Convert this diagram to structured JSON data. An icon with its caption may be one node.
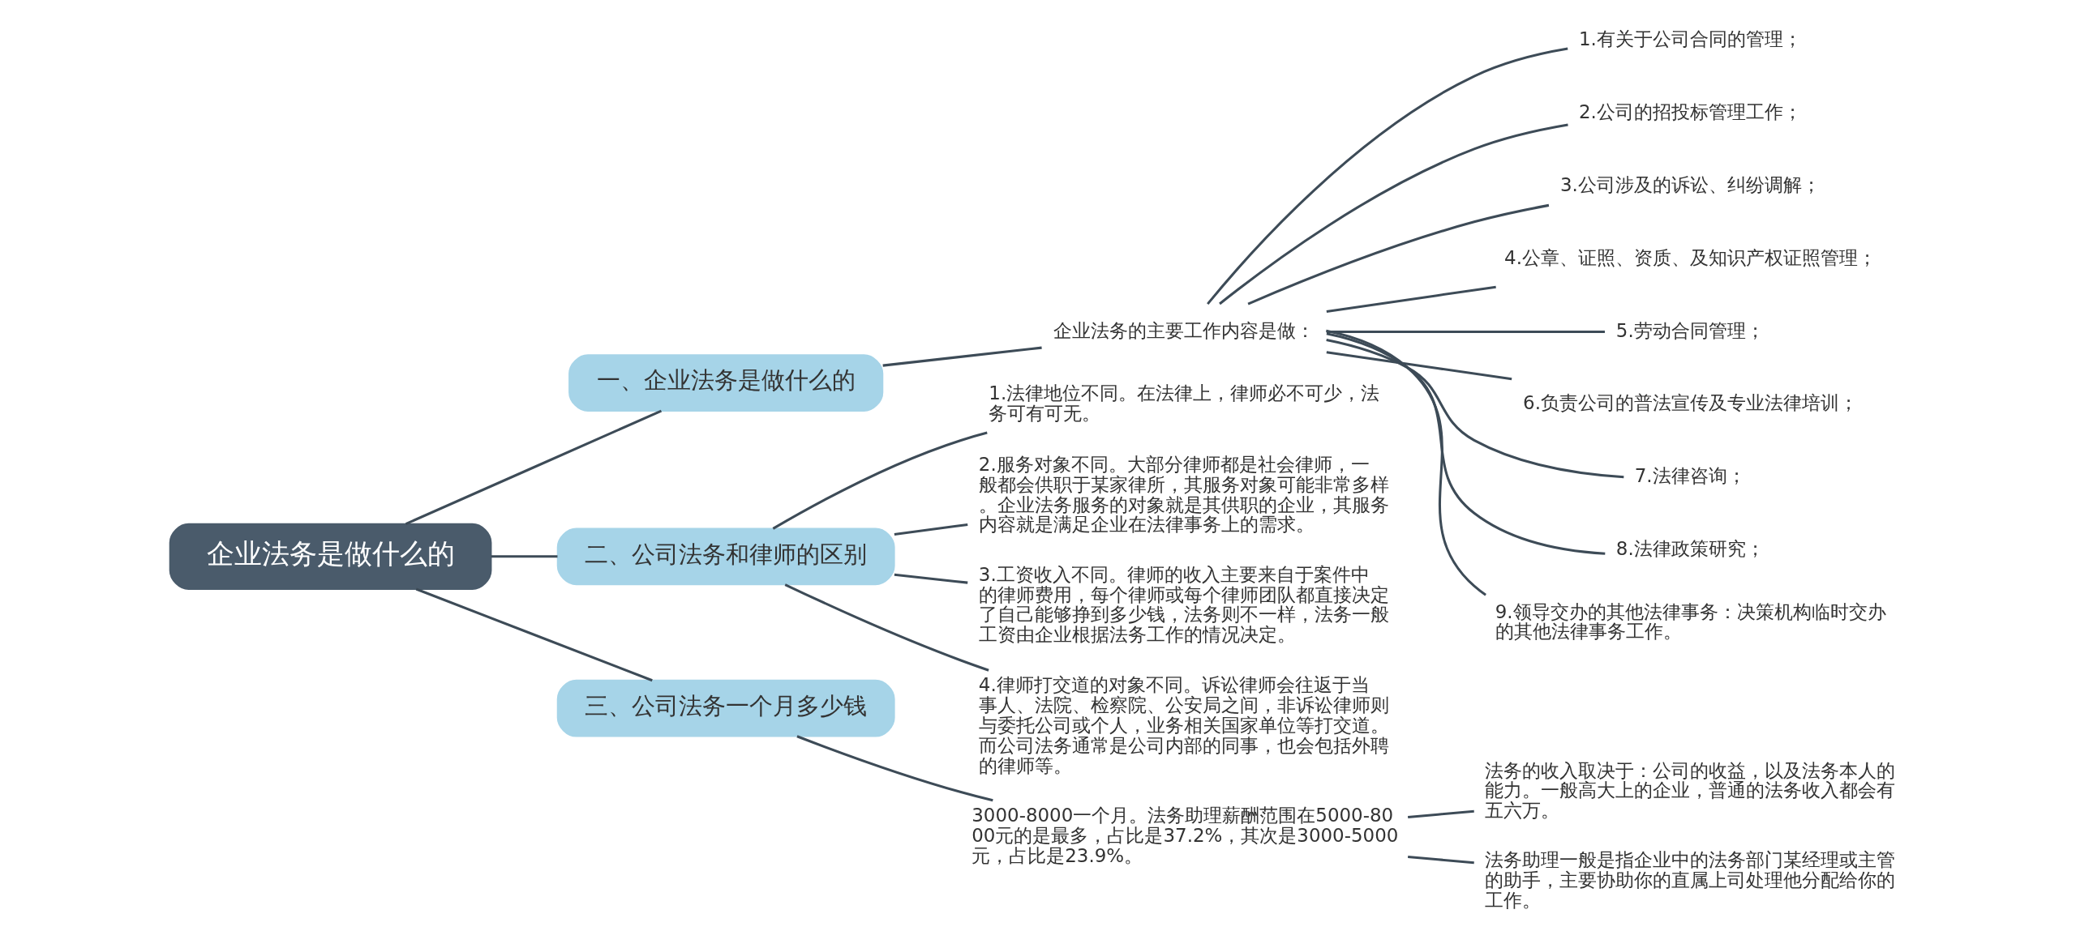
{
  "diagram": {
    "nodes": [
      {
        "text": [
          "企业法务是做什么的"
        ]
      },
      {
        "text": [
          "一、企业法务是做什么的"
        ]
      },
      {
        "text": [
          "企业法务的主要工作内容是做："
        ]
      },
      {
        "text": [
          "1.有关于公司合同的管理；"
        ]
      },
      {
        "text": [
          "2.公司的招投标管理工作；"
        ]
      },
      {
        "text": [
          "3.公司涉及的诉讼、纠纷调解；"
        ]
      },
      {
        "text": [
          "4.公章、证照、资质、及知识产权证照管理；"
        ]
      },
      {
        "text": [
          "5.劳动合同管理；"
        ]
      },
      {
        "text": [
          "6.负责公司的普法宣传及专业法律培训；"
        ]
      },
      {
        "text": [
          "7.法律咨询；"
        ]
      },
      {
        "text": [
          "8.法律政策研究；"
        ]
      },
      {
        "text": [
          "9.领导交办的其他法律事务：决策机构临时交办的其他法律事务工作。"
        ]
      },
      {
        "text": [
          "二、公司法务和律师的区别"
        ]
      },
      {
        "text": [
          "1.法律地位不同。在法律上，律师必不可少，法务可有可无。"
        ]
      },
      {
        "text": [
          "2.服务对象不同。大部分律师都是社会律师，一般都会供职于某家律所，其服务对象可能非常多样。企业法务服务的对象就是其供职的企业，其服务内容就是满足企业在法律事务上的需求。"
        ]
      },
      {
        "text": [
          "3.工资收入不同。律师的收入主要来自于案件中的律师费用，每个律师或每个律师团队都直接决定了自己能够挣到多少钱，法务则不一样，法务一般工资由企业根据法务工作的情况决定。"
        ]
      },
      {
        "text": [
          "4.律师打交道的对象不同。诉讼律师会往返于当事人、法院、检察院、公安局之间，非诉讼律师则与委托公司或个人，业务相关国家单位等打交道。而公司法务通常是公司内部的同事，也会包括外聘的律师等。"
        ]
      },
      {
        "text": [
          "三、公司法务一个月多少钱"
        ]
      },
      {
        "text": [
          "3000-8000一个月。法务助理薪酬范围在5000-8000元的是最多，占比是37.2%，其次是3000-5000元，占比是23.9%。"
        ]
      },
      {
        "text": [
          "法务的收入取决于：公司的收益，以及法务本人的能力。一般高大上的企业，普通的法务收入都会有五六万。"
        ]
      },
      {
        "text": [
          "法务助理一般是指企业中的法务部门某经理或主管的助手，主要协助你的直属上司处理他分配给你的工作。"
        ]
      }
    ],
    "edges": [
      {
        "from": 0,
        "to": 1,
        "arrow": "none"
      },
      {
        "from": 1,
        "to": 2,
        "arrow": "none"
      },
      {
        "from": 2,
        "to": 3,
        "arrow": "none"
      },
      {
        "from": 2,
        "to": 4,
        "arrow": "none"
      },
      {
        "from": 2,
        "to": 5,
        "arrow": "none"
      },
      {
        "from": 2,
        "to": 6,
        "arrow": "none"
      },
      {
        "from": 2,
        "to": 7,
        "arrow": "none"
      },
      {
        "from": 2,
        "to": 8,
        "arrow": "none"
      },
      {
        "from": 2,
        "to": 9,
        "arrow": "none"
      },
      {
        "from": 2,
        "to": 10,
        "arrow": "none"
      },
      {
        "from": 2,
        "to": 11,
        "arrow": "none"
      },
      {
        "from": 0,
        "to": 12,
        "arrow": "none"
      },
      {
        "from": 12,
        "to": 13,
        "arrow": "none"
      },
      {
        "from": 12,
        "to": 14,
        "arrow": "none"
      },
      {
        "from": 12,
        "to": 15,
        "arrow": "none"
      },
      {
        "from": 12,
        "to": 16,
        "arrow": "none"
      },
      {
        "from": 0,
        "to": 17,
        "arrow": "none"
      },
      {
        "from": 17,
        "to": 18,
        "arrow": "none"
      },
      {
        "from": 18,
        "to": 19,
        "arrow": "none"
      },
      {
        "from": 18,
        "to": 20,
        "arrow": "none"
      }
    ]
  }
}
